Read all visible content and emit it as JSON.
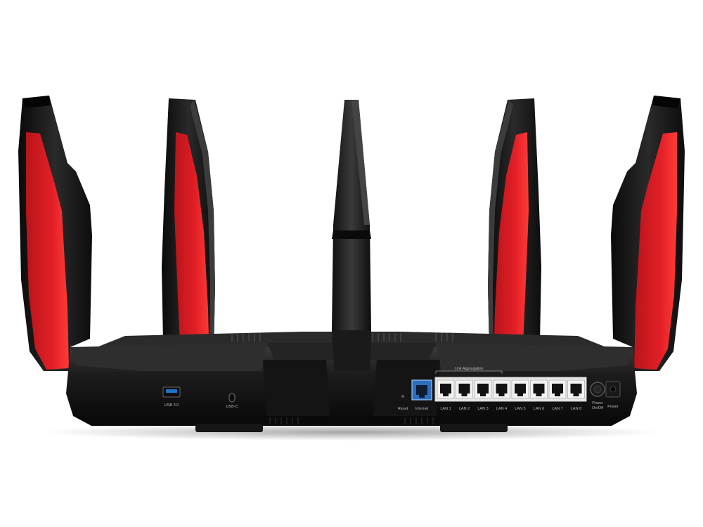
{
  "colors": {
    "background": "#ffffff",
    "body": "#121212",
    "accent_red": "#e21f26",
    "usb_blue": "#1f73c9",
    "wan_blue": "#3b82d6",
    "label": "#b9b9b9"
  },
  "ports": {
    "usb3": "USB 3.0",
    "usbc": "USB-C",
    "reset": "Reset",
    "internet": "Internet",
    "link_aggregation": "Link Aggregation",
    "lan": [
      "LAN 1",
      "LAN 2",
      "LAN 3",
      "LAN 4",
      "LAN 5",
      "LAN 6",
      "LAN 7",
      "LAN 8"
    ],
    "power_switch_line1": "Power",
    "power_switch_line2": "On/Off",
    "power": "Power"
  }
}
